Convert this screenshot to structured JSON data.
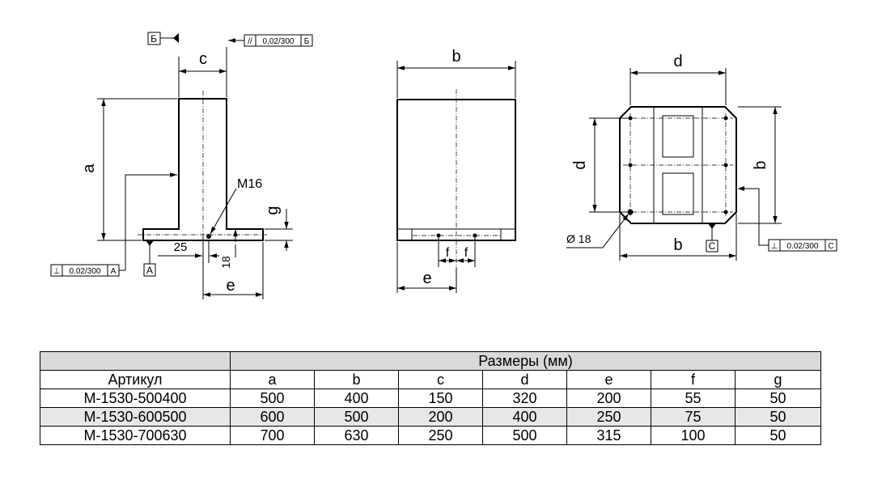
{
  "drawing": {
    "dim_labels": {
      "a": "a",
      "b": "b",
      "c": "c",
      "d": "d",
      "e": "e",
      "f": "f",
      "g": "g"
    },
    "thread_label": "M16",
    "dim_25": "25",
    "dim_18": "18",
    "hole_diameter": "Ø 18",
    "datums": {
      "A": "A",
      "B": "Б",
      "C": "C"
    },
    "tolerance_value": "0,02/300",
    "parallel_symbol": "//",
    "perpendicular_symbol": "⊥",
    "tolerance_value_dot": "0.02/300"
  },
  "table": {
    "group_header": "Размеры (мм)",
    "columns": [
      "Артикул",
      "a",
      "b",
      "c",
      "d",
      "e",
      "f",
      "g"
    ],
    "rows": [
      [
        "M-1530-500400",
        "500",
        "400",
        "150",
        "320",
        "200",
        "55",
        "50"
      ],
      [
        "M-1530-600500",
        "600",
        "500",
        "200",
        "400",
        "250",
        "75",
        "50"
      ],
      [
        "M-1530-700630",
        "700",
        "630",
        "250",
        "500",
        "315",
        "100",
        "50"
      ]
    ]
  }
}
